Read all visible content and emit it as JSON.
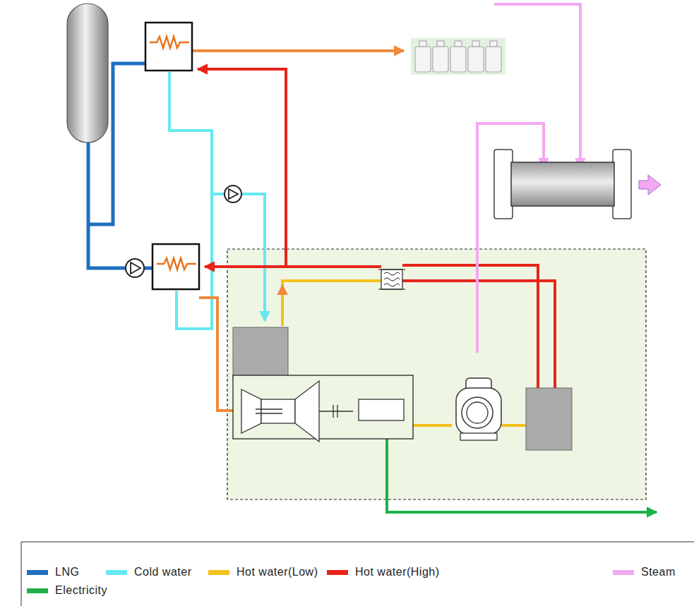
{
  "diagram": {
    "legend": [
      {
        "text": "LNG",
        "color": "#1f6fc0"
      },
      {
        "text": "Cold water",
        "color": "#66e8f2"
      },
      {
        "text": "Hot water(Low)",
        "color": "#f5c21b"
      },
      {
        "text": "Hot water(High)",
        "color": "#e8241a"
      },
      {
        "text": "Steam",
        "color": "#f4a8f0"
      },
      {
        "text": "Electricity",
        "color": "#1fb04a"
      }
    ]
  }
}
